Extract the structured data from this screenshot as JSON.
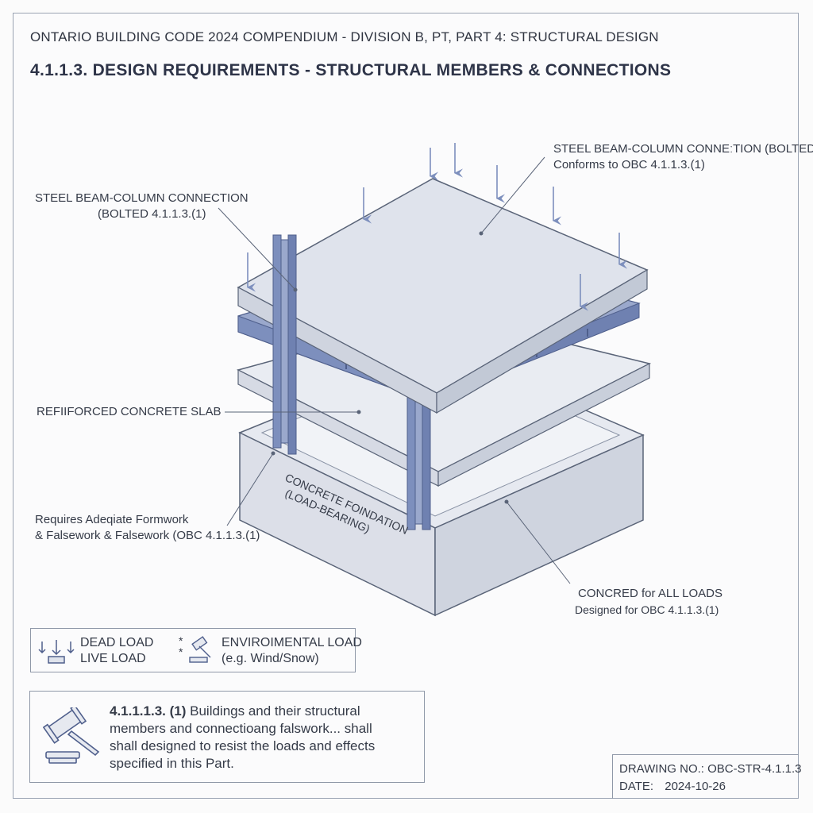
{
  "header": {
    "code_title": "ONTARIO BUILDING CODE 2024 COMPENDIUM - DIVISION B, PT, PART 4: STRUCTURAL DESIGN",
    "sheet_title": "4.1.1.3. DESIGN REQUIREMENTS - STRUCTURAL MEMBERS & CONNECTIONS"
  },
  "callouts": {
    "top_right": {
      "line1": "STEEL BEAM-COLUMN CONNEːTION (BOLTED",
      "line2": "Conforms to OBC 4.1.1.3.(1)"
    },
    "top_left": {
      "line1": "STEEL BEAM-COLUMN CONNECTION",
      "line2": "(BOLTED 4.1.1.3.(1)"
    },
    "slab": {
      "line1": "REFIIFORCED CONCRETE SLAB"
    },
    "formwork": {
      "line1": "Requires Adeqiate Formwork",
      "line2": "& Falsework & Falsework (OBC 4.1.1.3.(1)"
    },
    "loads": {
      "line1": "CONCRED for ALL LOADS",
      "line2": "Designed for OBC 4.1.1.3.(1)"
    },
    "foundation": {
      "line1": "CONCRETE FOINDATION",
      "line2": "(LOAD-BEARING)"
    }
  },
  "legend": {
    "dead": "DEAD LOAD",
    "live": "LIVE LOAD",
    "env": "ENVIROIMENTAL LOAD",
    "env_note": "(e.g. Wind/Snow)",
    "icons": [
      "down-arrows-icon",
      "asterisk-icon",
      "gavel-icon"
    ]
  },
  "note": {
    "ref": "4.1.1.1.3. (1)",
    "line1": "Buildings and their structural",
    "line2": "members and connectioang falswork... shall",
    "line3": "shall designed to resist the loads and effects",
    "line4": "specified in this Part.",
    "icon": "gavel-icon"
  },
  "titleblock": {
    "drawing_no": "DRAWING NO.: OBC-STR-4.1.1.3",
    "date_label": "DATE:",
    "date_value": "2024-10-26"
  },
  "colors": {
    "steel": "#7d8fbd",
    "steel_dark": "#4f5f8c",
    "concrete": "#dfe3ec",
    "line": "#5a6478"
  }
}
